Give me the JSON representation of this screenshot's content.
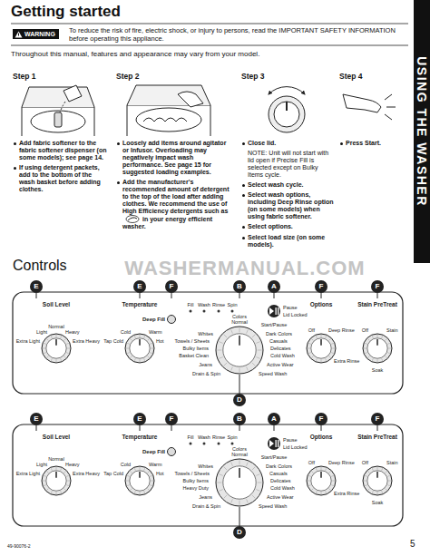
{
  "diagram": {
    "title": "Getting started",
    "nodes": [
      {
        "text": [
          "WARNING",
          "To reduce the risk of fire, electric shock, or injury to persons, read the IMPORTANT SAFETY INFORMATION before operating this appliance."
        ]
      },
      {
        "text": [
          "E"
        ]
      },
      {
        "text": [
          "E"
        ]
      },
      {
        "text": [
          "F"
        ]
      },
      {
        "text": [
          "B"
        ]
      },
      {
        "text": [
          "A"
        ]
      },
      {
        "text": [
          "F"
        ]
      },
      {
        "text": [
          "F"
        ]
      },
      {
        "text": [
          "D"
        ]
      },
      {
        "text": [
          "E"
        ]
      },
      {
        "text": [
          "E"
        ]
      },
      {
        "text": [
          "F"
        ]
      },
      {
        "text": [
          "B"
        ]
      },
      {
        "text": [
          "A"
        ]
      },
      {
        "text": [
          "F"
        ]
      },
      {
        "text": [
          "F"
        ]
      },
      {
        "text": [
          "D"
        ]
      }
    ],
    "labels": [
      "USING THE WASHER",
      "Throughout this manual, features and appearance may vary from your model.",
      "Step 1",
      "Add fabric softener to the fabric softener dispenser (on some models); see page 14.",
      "If using detergent packets, add to the bottom of the wash basket before adding clothes.",
      "Step 2",
      "Loosely add items around agitator or Infusor. Overloading may negatively impact wash performance. See page 15 for suggested loading examples.",
      "Add the manufacturer's recommended amount of detergent to the top of the load after adding clothes. We recommend the use of High Efficiency detergents such as",
      "in your energy efficient washer.",
      "Step 3",
      "Close lid.",
      "NOTE: Unit will not start with lid open if Precise Fill is selected except on Bulky Items cycle.",
      "Select wash cycle.",
      "Select wash options, including Deep Rinse option (on some models) when using fabric softener.",
      "Select options.",
      "Select load size (on some models).",
      "Step 4",
      "Press Start.",
      "Controls",
      "WASHERMANUAL.COM",
      "Soil Level",
      "Normal",
      "Light",
      "Heavy",
      "Extra Light",
      "Extra Heavy",
      "Temperature",
      "Tap Cold",
      "Cold",
      "Warm",
      "Hot",
      "Deep Fill",
      "Fill",
      "Wash",
      "Rinse",
      "Spin",
      "Colors Normal",
      "Whites",
      "Towels / Sheets",
      "Bulky Items",
      "Basket Clean",
      "Jeans",
      "Drain & Spin",
      "Dark Colors",
      "Casuals",
      "Delicates",
      "Cold Wash",
      "Active Wear",
      "Speed Wash",
      "Pause",
      "Lid Locked",
      "Start/Pause",
      "Options",
      "Off",
      "Deep Rinse",
      "Extra Rinse",
      "Stain PreTreat",
      "Off",
      "Stain",
      "Soak",
      "Soil Level",
      "Normal",
      "Light",
      "Heavy",
      "Extra Light",
      "Extra Heavy",
      "Temperature",
      "Tap Cold",
      "Cold",
      "Warm",
      "Hot",
      "Deep Fill",
      "Fill",
      "Wash",
      "Rinse",
      "Spin",
      "Colors Normal",
      "Whites",
      "Towels / Sheets",
      "Bulky Items",
      "Heavy Duty",
      "Jeans",
      "Drain & Spin",
      "Dark Colors",
      "Casuals",
      "Delicates",
      "Cold Wash",
      "Active Wear",
      "Speed Wash",
      "Pause",
      "Lid Locked",
      "Start/Pause",
      "Options",
      "Off",
      "Deep Rinse",
      "Extra Rinse",
      "Stain PreTreat",
      "Off",
      "Stain",
      "Soak",
      "49-90076-2",
      "5"
    ]
  }
}
